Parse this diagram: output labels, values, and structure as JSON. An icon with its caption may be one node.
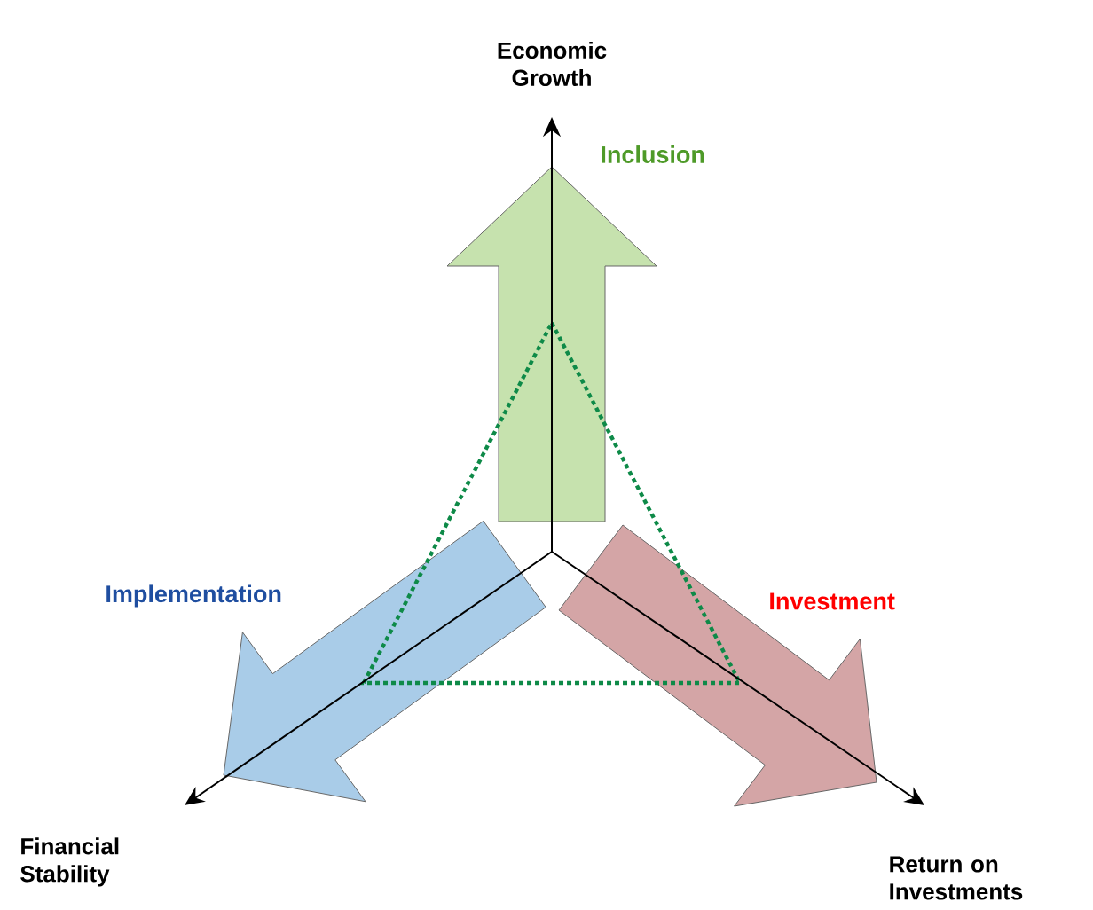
{
  "diagram": {
    "nodes": [
      {
        "text": [
          "Economic Growth"
        ]
      },
      {
        "text": [
          "Financial Stability"
        ]
      },
      {
        "text": [
          "Return on Investments"
        ]
      }
    ],
    "edges": [
      {
        "from": null,
        "to": 0,
        "arrow": "to"
      },
      {
        "from": null,
        "to": 1,
        "arrow": "to"
      },
      {
        "from": null,
        "to": 2,
        "arrow": "to"
      }
    ],
    "labels": [
      "Inclusion",
      "Implementation",
      "Investment"
    ]
  }
}
